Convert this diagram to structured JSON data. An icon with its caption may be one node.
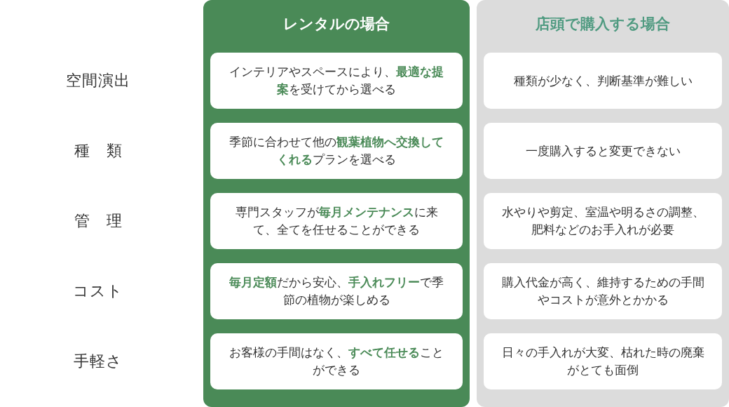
{
  "diagram": {
    "nodes": [
      {
        "text": [
          "レンタルの場合"
        ]
      },
      {
        "text": [
          "インテリアやスペースにより、**最適な提案**を受けてから選べる"
        ],
        "in": 0
      },
      {
        "text": [
          "季節に合わせて他の**観葉植物へ交換してくれる**プランを選べる"
        ],
        "in": 0
      },
      {
        "text": [
          "専門スタッフが**毎月メンテナンス**に来て、全てを任せることができる"
        ],
        "in": 0
      },
      {
        "text": [
          "**毎月定額**だから安心、**手入れフリー**で季節の植物が楽しめる"
        ],
        "in": 0
      },
      {
        "text": [
          "お客様の手間はなく、**すべて任せる**ことができる"
        ],
        "in": 0
      },
      {
        "text": [
          "店頭で購入する場合"
        ]
      },
      {
        "text": [
          "種類が少なく、判断基準が難しい"
        ],
        "in": 6
      },
      {
        "text": [
          "一度購入すると変更できない"
        ],
        "in": 6
      },
      {
        "text": [
          "水やりや剪定、室温や明るさの調整、肥料などのお手入れが必要"
        ],
        "in": 6
      },
      {
        "text": [
          "購入代金が高く、維持するための手間やコストが意外とかかる"
        ],
        "in": 6
      },
      {
        "text": [
          "日々の手入れが大変、枯れた時の廃棄がとても面倒"
        ],
        "in": 6
      }
    ],
    "labels": [
      "空間演出",
      "種　類",
      "管　理",
      "コスト",
      "手軽さ"
    ]
  }
}
